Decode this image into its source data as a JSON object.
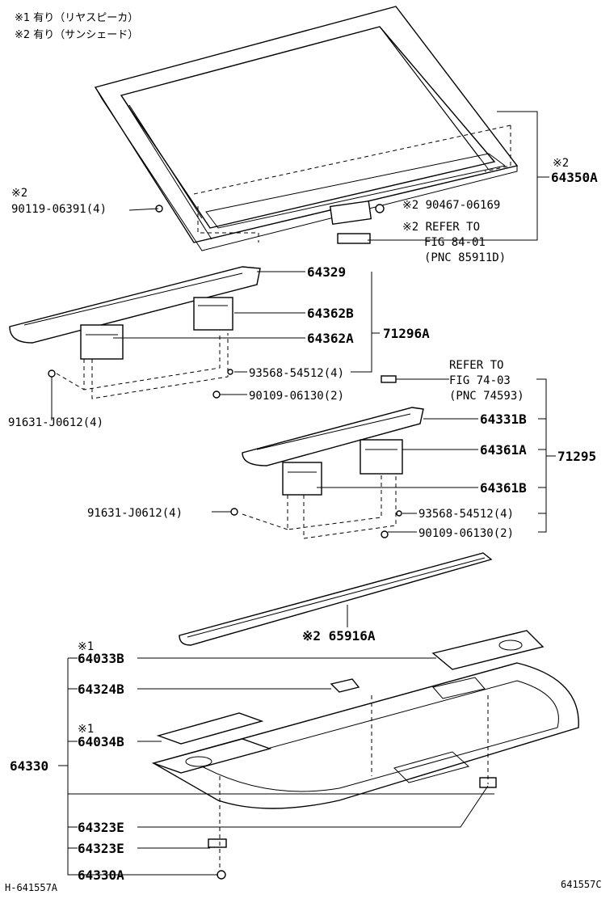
{
  "notes": {
    "note1": "※1 有り（リヤスピーカ）",
    "note2": "※2 有り（サンシェード）"
  },
  "labels": {
    "l_64350A": "64350A",
    "l_64350A_mark": "※2",
    "l_90119_mark": "※2",
    "l_90119": "90119-06391(4)",
    "l_90467": "※2 90467-06169",
    "l_refer1_a": "※2 REFER TO",
    "l_refer1_b": "FIG 84-01",
    "l_refer1_c": "(PNC 85911D)",
    "l_64329": "64329",
    "l_64362B": "64362B",
    "l_64362A": "64362A",
    "l_71296A": "71296A",
    "l_93568_a": "93568-54512(4)",
    "l_90109_a": "90109-06130(2)",
    "l_91631_a": "91631-J0612(4)",
    "l_refer2_a": "REFER TO",
    "l_refer2_b": "FIG 74-03",
    "l_refer2_c": "(PNC 74593)",
    "l_64331B": "64331B",
    "l_64361A": "64361A",
    "l_71295": "71295",
    "l_64361B": "64361B",
    "l_91631_b": "91631-J0612(4)",
    "l_93568_b": "93568-54512(4)",
    "l_90109_b": "90109-06130(2)",
    "l_65916A": "※2 65916A",
    "l_64033B_mark": "※1",
    "l_64033B": "64033B",
    "l_64324B": "64324B",
    "l_64034B_mark": "※1",
    "l_64034B": "64034B",
    "l_64330": "64330",
    "l_64323E_a": "64323E",
    "l_64323E_b": "64323E",
    "l_64330A": "64330A",
    "footer_left": "H-641557A",
    "footer_right": "641557C"
  }
}
